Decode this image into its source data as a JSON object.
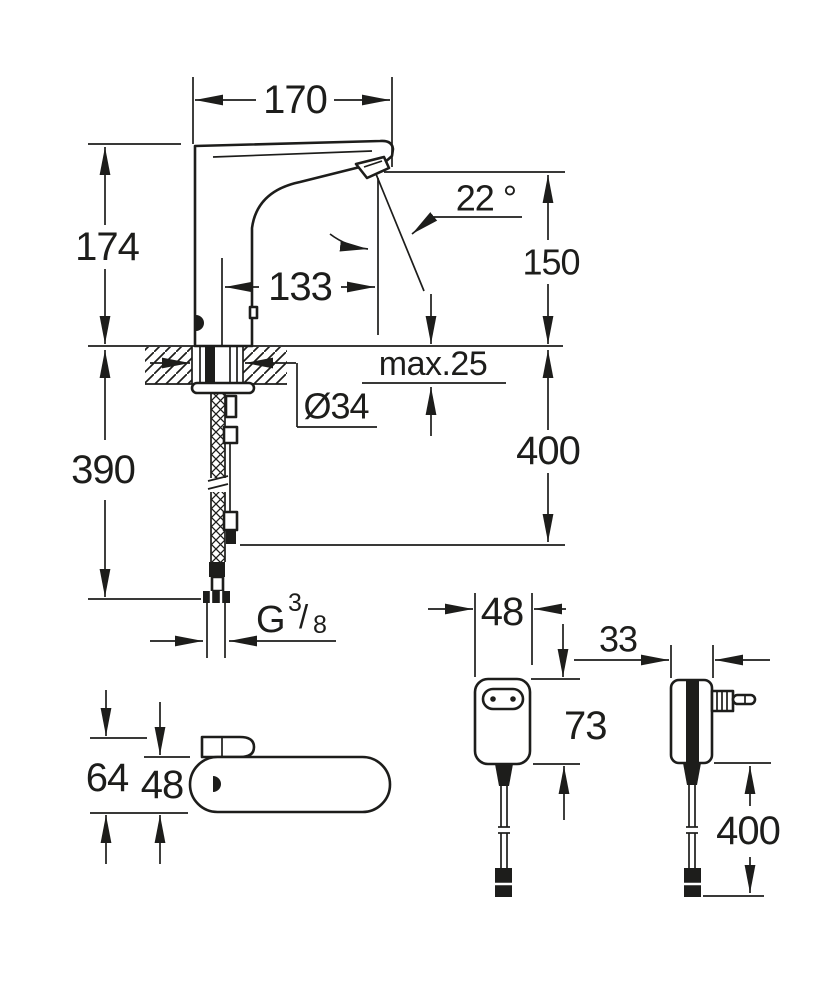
{
  "palette": {
    "ink": "#1d1d1b",
    "paper": "#ffffff"
  },
  "faucet_side_view": {
    "spout_reach": "170",
    "height_above_deck": "174",
    "spout_angle": "22 °",
    "outlet_height_above_deck": "150",
    "body_center_to_outlet": "133",
    "max_mounting_thickness": "max.25",
    "mounting_hole_diameter": "Ø34",
    "connection_length": "400",
    "supply_hose_length": "390",
    "thread_size": {
      "letter": "G",
      "numerator": "3",
      "slash": "/",
      "denominator": "8"
    }
  },
  "faucet_top_view": {
    "overall_depth": "64",
    "body_depth": "48"
  },
  "adapter_front_view": {
    "width": "48",
    "height": "73"
  },
  "adapter_side_view": {
    "depth": "33",
    "cable_length": "400"
  }
}
